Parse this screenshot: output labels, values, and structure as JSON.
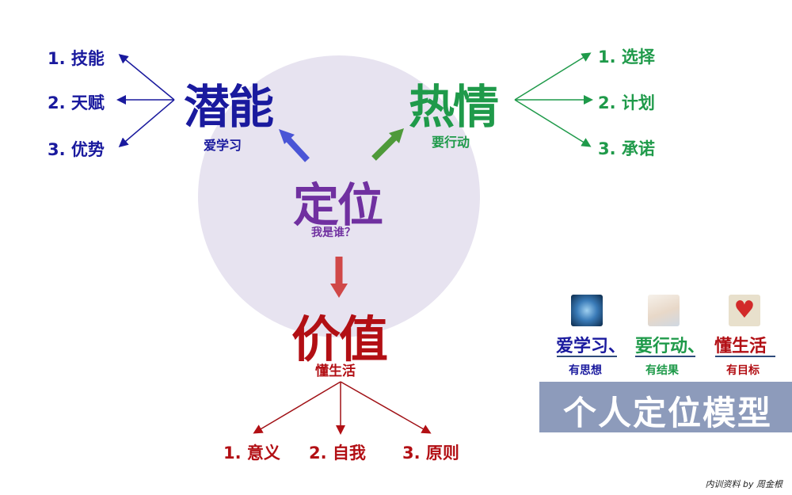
{
  "title": "个人定位模型",
  "colors": {
    "potential": "#1a1a9e",
    "passion": "#1f9a4a",
    "positioning": "#7030a0",
    "value": "#b20f14",
    "circle": "#e7e3f0",
    "banner": "#8d9bbb"
  },
  "center": {
    "title": "定位",
    "subtitle": "我是谁？"
  },
  "potential": {
    "title": "潜能",
    "subtitle": "爱学习",
    "items": [
      "1. 技能",
      "2. 天赋",
      "3. 优势"
    ]
  },
  "passion": {
    "title": "热情",
    "subtitle": "要行动",
    "items": [
      "1. 选择",
      "2. 计划",
      "3. 承诺"
    ]
  },
  "value": {
    "title": "价值",
    "subtitle": "懂生活",
    "items": [
      "1. 意义",
      "2. 自我",
      "3. 原则"
    ]
  },
  "legend": [
    {
      "icon": "brain-icon",
      "word": "爱学习、",
      "sub": "有思想",
      "color": "#1a1a9e"
    },
    {
      "icon": "typing-hands-icon",
      "word": "要行动、",
      "sub": "有结果",
      "color": "#1f9a4a"
    },
    {
      "icon": "heart-icon",
      "word": "懂生活",
      "sub": "有目标",
      "color": "#b20f14"
    }
  ],
  "banner": {
    "text": "个人定位模型"
  },
  "footer": {
    "text": "内训资料   by 周金根"
  }
}
